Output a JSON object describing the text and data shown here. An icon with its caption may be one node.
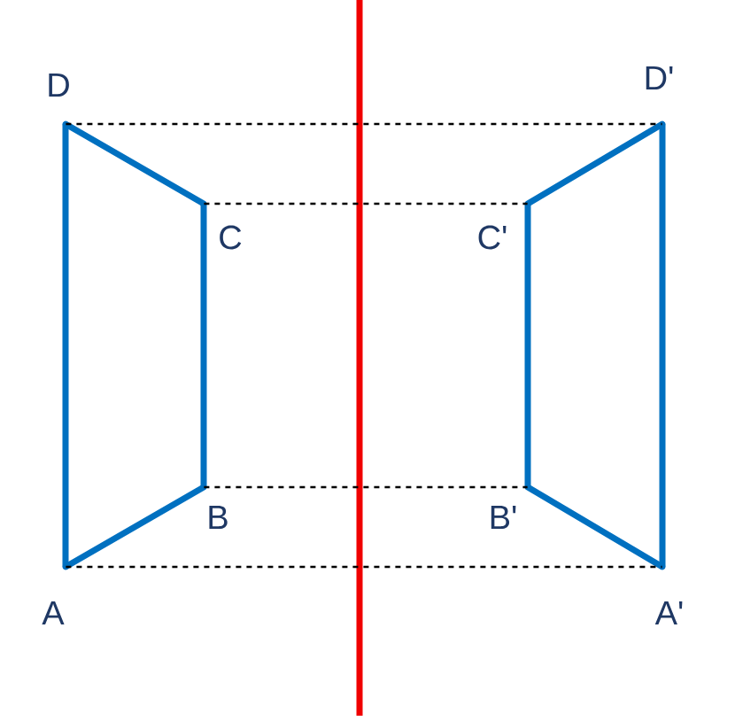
{
  "diagram": {
    "nodes": [
      {
        "text": [
          "D"
        ]
      },
      {
        "text": [
          "D'"
        ]
      },
      {
        "text": [
          "C"
        ]
      },
      {
        "text": [
          "C'"
        ]
      },
      {
        "text": [
          "B"
        ]
      },
      {
        "text": [
          "B'"
        ]
      },
      {
        "text": [
          "A"
        ]
      },
      {
        "text": [
          "A'"
        ]
      }
    ],
    "edges": [
      {
        "from": 6,
        "to": 4,
        "arrow": "none"
      },
      {
        "from": 4,
        "to": 2,
        "arrow": "none"
      },
      {
        "from": 2,
        "to": 0,
        "arrow": "none"
      },
      {
        "from": 0,
        "to": 6,
        "arrow": "none"
      },
      {
        "from": 7,
        "to": 5,
        "arrow": "none"
      },
      {
        "from": 5,
        "to": 3,
        "arrow": "none"
      },
      {
        "from": 3,
        "to": 1,
        "arrow": "none"
      },
      {
        "from": 1,
        "to": 7,
        "arrow": "none"
      },
      {
        "from": 0,
        "to": 1,
        "arrow": "none",
        "style": "dashed",
        "color": "#000000"
      },
      {
        "from": 2,
        "to": 3,
        "arrow": "none",
        "style": "dashed",
        "color": "#000000"
      },
      {
        "from": 4,
        "to": 5,
        "arrow": "none",
        "style": "dashed",
        "color": "#000000"
      },
      {
        "from": 6,
        "to": 7,
        "arrow": "none",
        "style": "dashed",
        "color": "#000000"
      }
    ]
  }
}
